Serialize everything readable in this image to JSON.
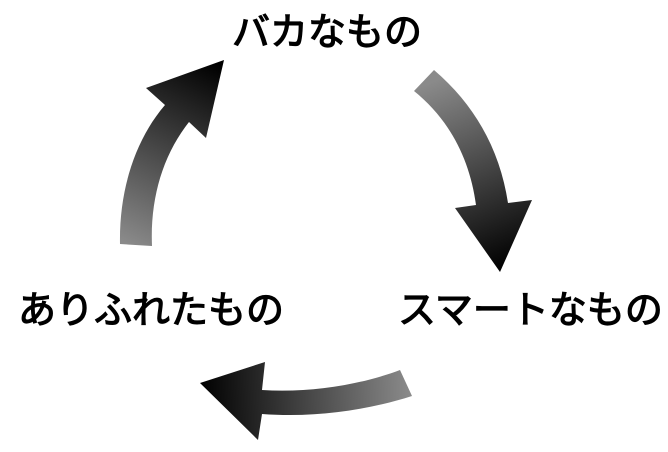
{
  "nodes": {
    "top": "バカなもの",
    "right": "スマートなもの",
    "left": "ありふれたもの"
  },
  "colors": {
    "arrow_dark": "#000000",
    "arrow_light": "#8a8a8a",
    "text": "#000000",
    "background": "#ffffff"
  }
}
